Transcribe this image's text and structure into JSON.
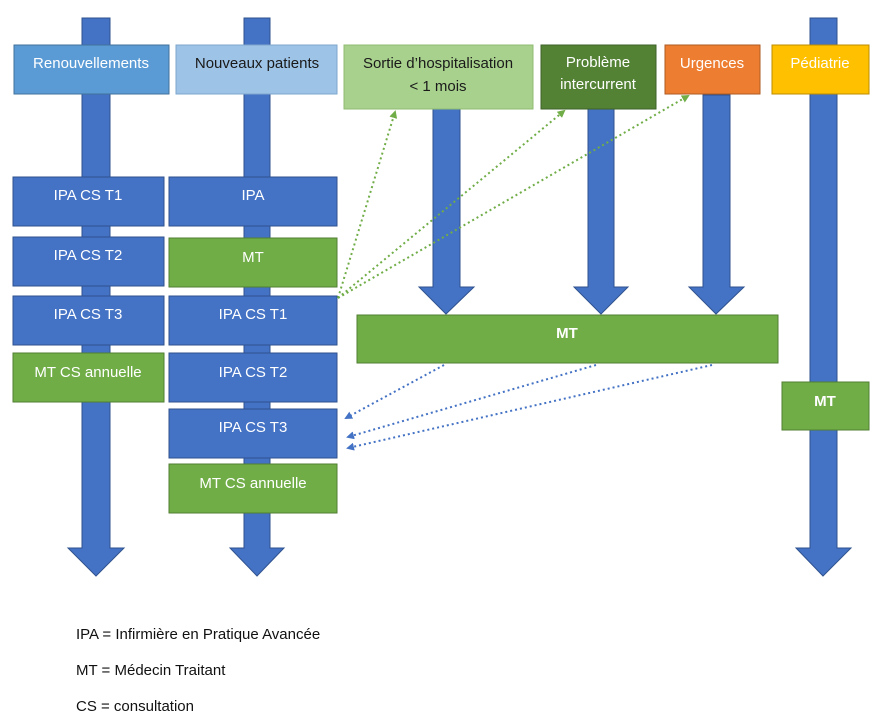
{
  "colors": {
    "flow_blue": "#4472C4",
    "flow_blue_stroke": "#2F528F",
    "green": "#70AD47",
    "green_stroke": "#507E32",
    "light_blue_header": "#5B9BD5",
    "pale_blue_header": "#9DC3E6",
    "pale_green_header": "#A9D18E",
    "dark_green_header": "#548235",
    "orange": "#ED7D31",
    "gold": "#FFC000",
    "dotted_green": "#70AD47",
    "dotted_blue": "#4472C4"
  },
  "headers": {
    "renouvellements": "Renouvellements",
    "nouveaux_patients": "Nouveaux patients",
    "sortie_line1": "Sortie d’hospitalisation",
    "sortie_line2": "< 1 mois",
    "probleme_line1": "Problème",
    "probleme_line2": "intercurrent",
    "urgences": "Urgences",
    "pediatrie": "Pédiatrie"
  },
  "renouvellements_steps": [
    "IPA CS T1",
    "IPA CS T2",
    "IPA CS T3",
    "MT CS annuelle"
  ],
  "nouveaux_steps": [
    "IPA",
    "MT",
    "IPA CS T1",
    "IPA CS T2",
    "IPA CS T3",
    "MT CS annuelle"
  ],
  "mt_center": "MT",
  "mt_pediatrie": "MT",
  "legend": {
    "ipa": "IPA = Infirmière en Pratique Avancée",
    "mt": "MT = Médecin Traitant",
    "cs": "CS = consultation"
  }
}
